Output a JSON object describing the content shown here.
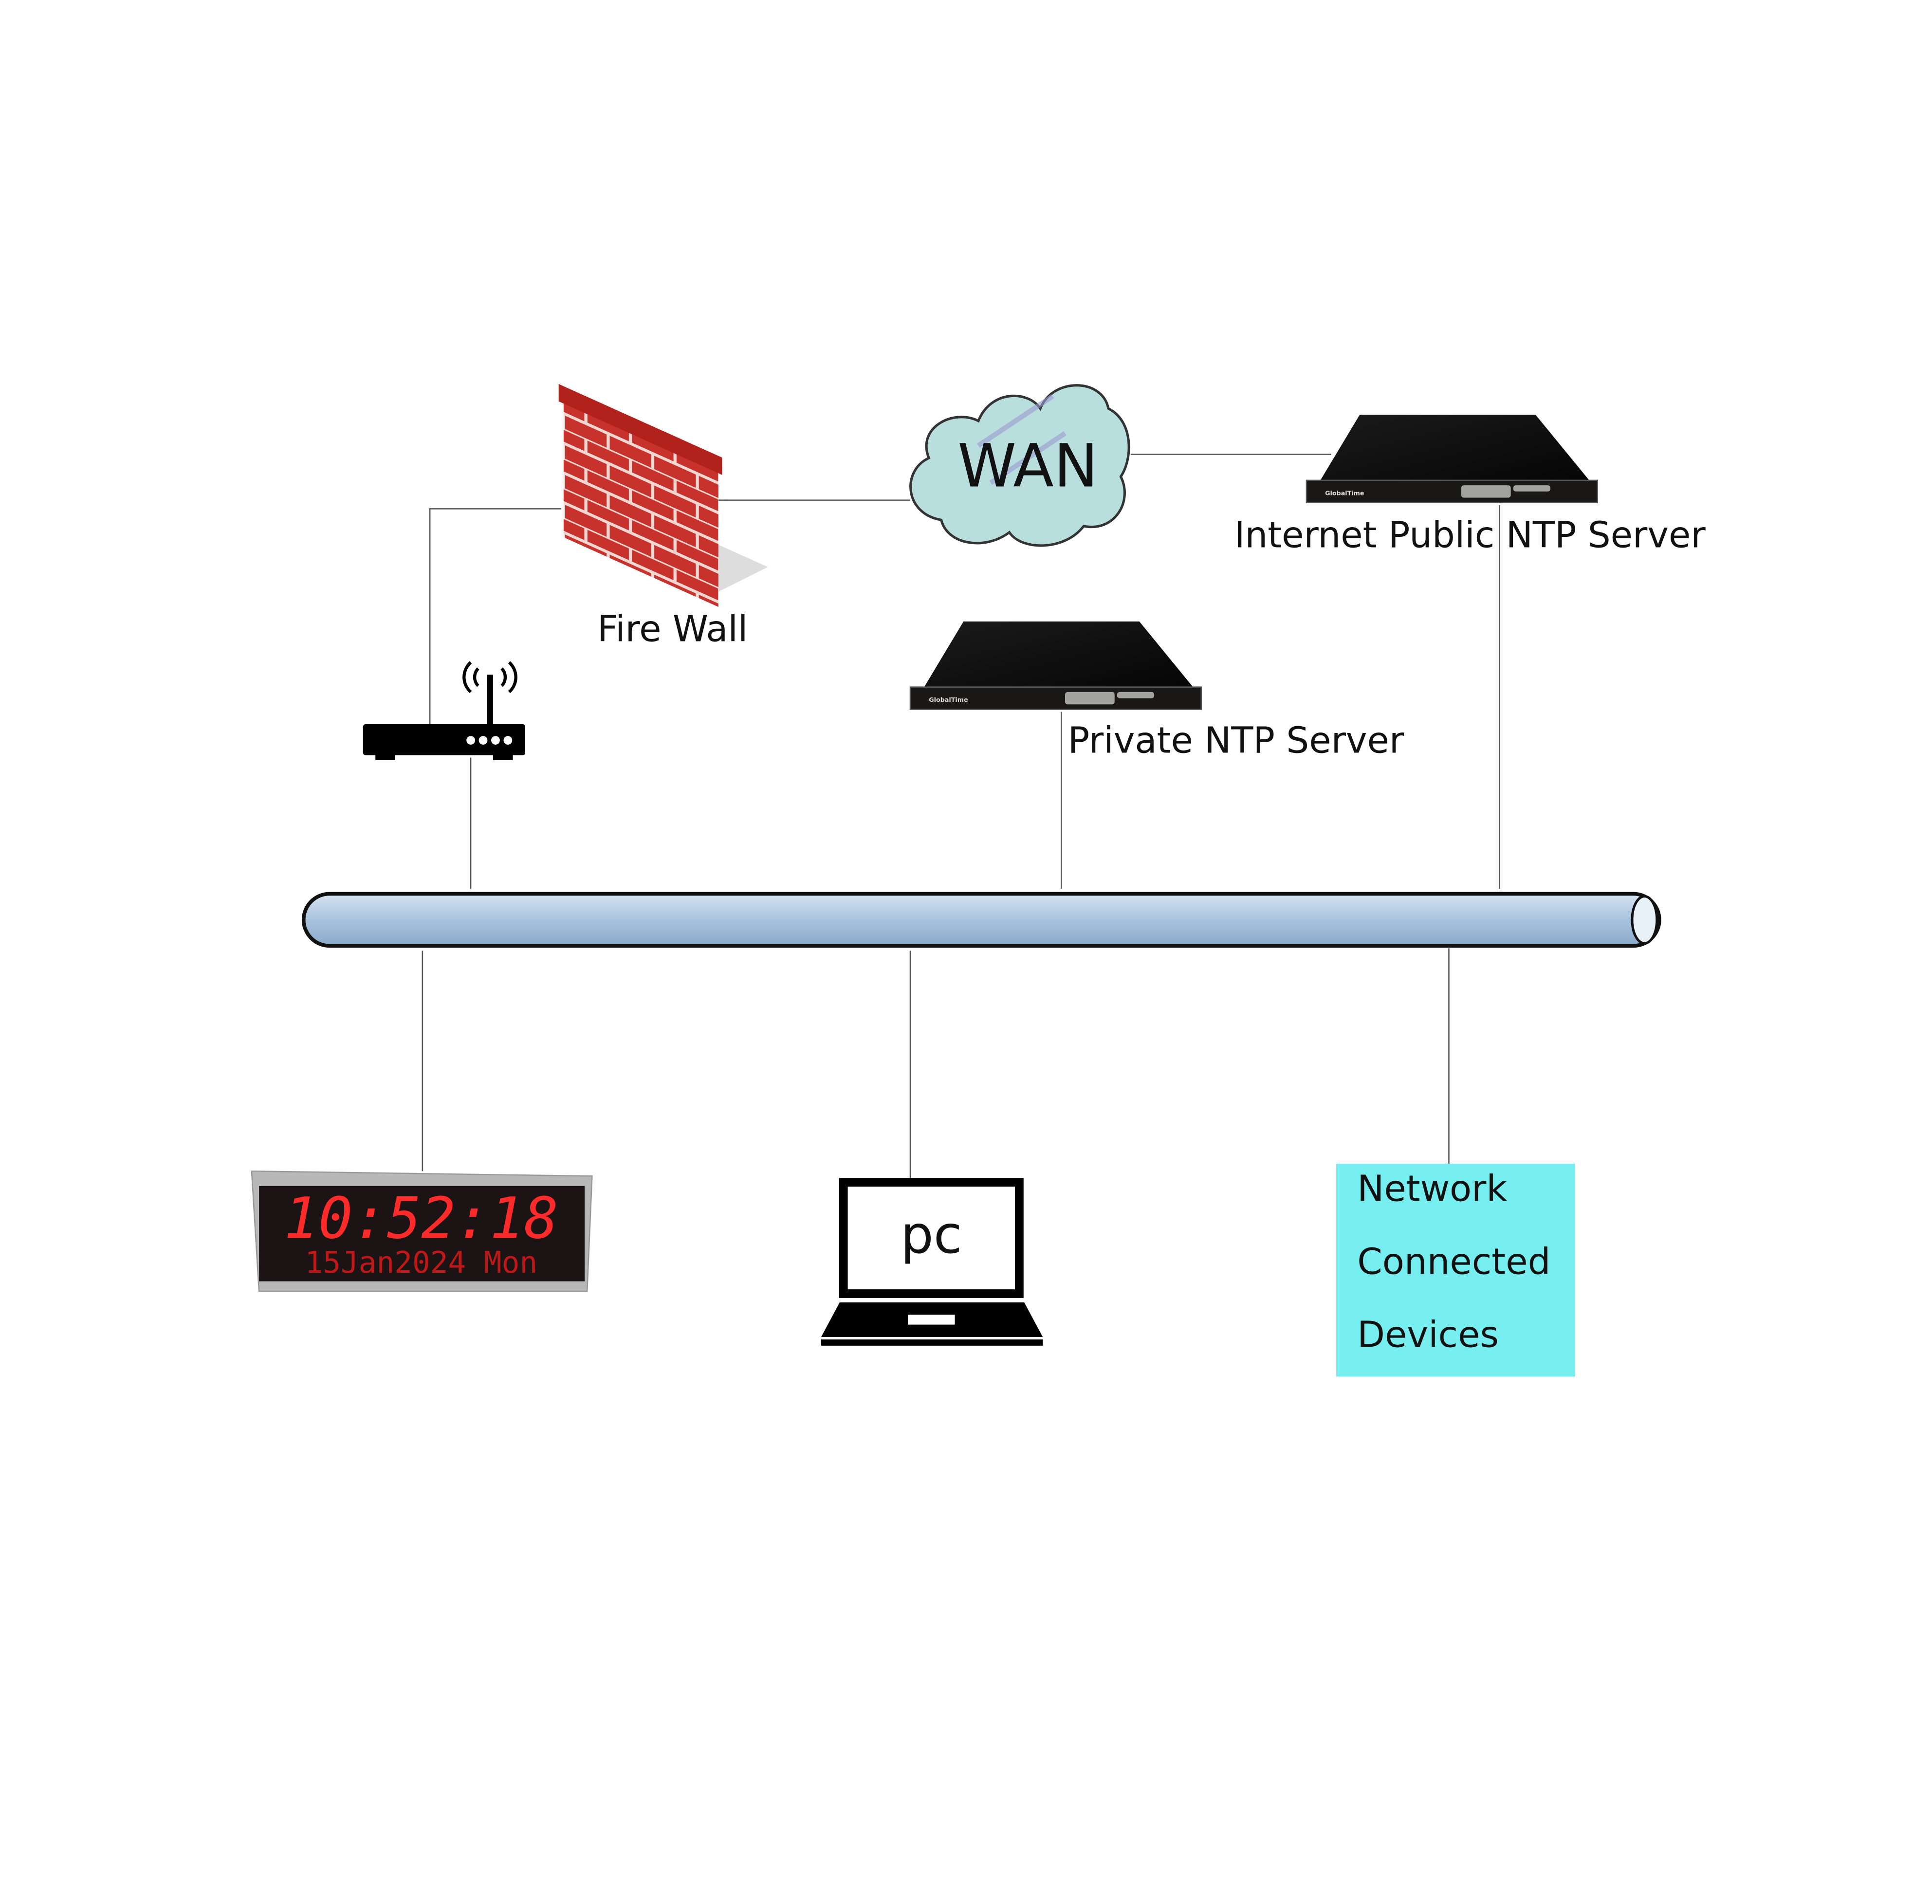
{
  "diagram": {
    "wan": {
      "label": "WAN",
      "icon": "cloud-icon"
    },
    "firewall": {
      "label": "Fire Wall",
      "icon": "brick-wall-icon"
    },
    "internet_server": {
      "label": "Internet Public NTP Server",
      "brand": "GlobalTime"
    },
    "private_server": {
      "label": "Private NTP Server",
      "brand": "GlobalTime"
    },
    "router": {
      "icon": "wireless-router-icon"
    },
    "clock": {
      "time": "10:52:18",
      "date": "15Jan2024 Mon"
    },
    "pc": {
      "label": "pc",
      "icon": "laptop-icon"
    },
    "devices": {
      "lines": [
        "Network",
        "Connected",
        "Devices"
      ]
    },
    "colors": {
      "pipe": "#a9c3de",
      "devices_box": "#76eef0",
      "firewall": "#c8322c",
      "cloud": "#b9dede",
      "led": "#ff2a2a"
    }
  }
}
